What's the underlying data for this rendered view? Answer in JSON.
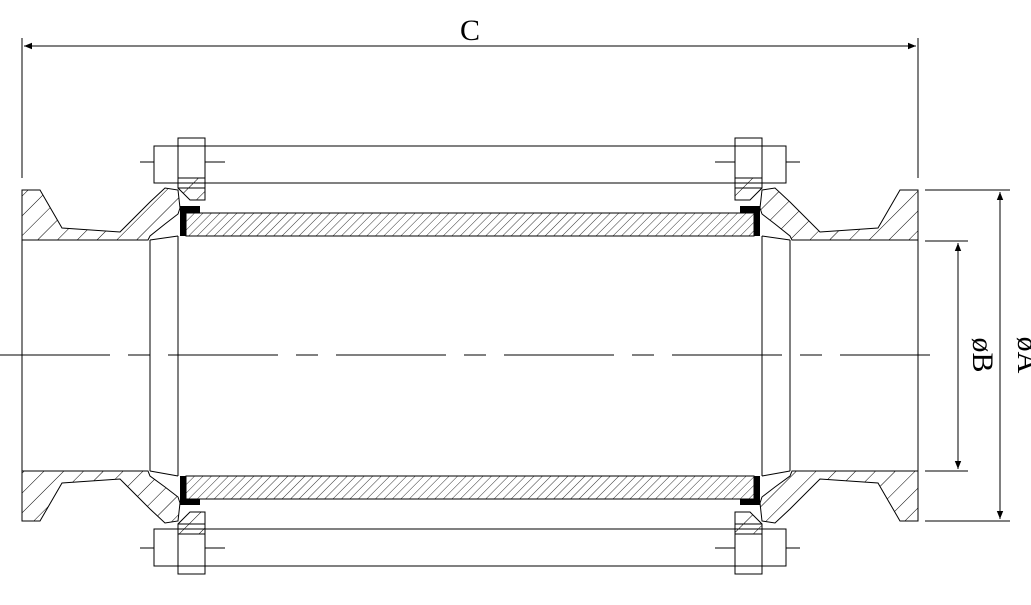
{
  "dimensions": {
    "overall_length": "C",
    "outer_diameter": "øA",
    "inner_diameter": "øB"
  },
  "colors": {
    "line": "#000000",
    "background": "#ffffff",
    "hatch": "#000000"
  }
}
